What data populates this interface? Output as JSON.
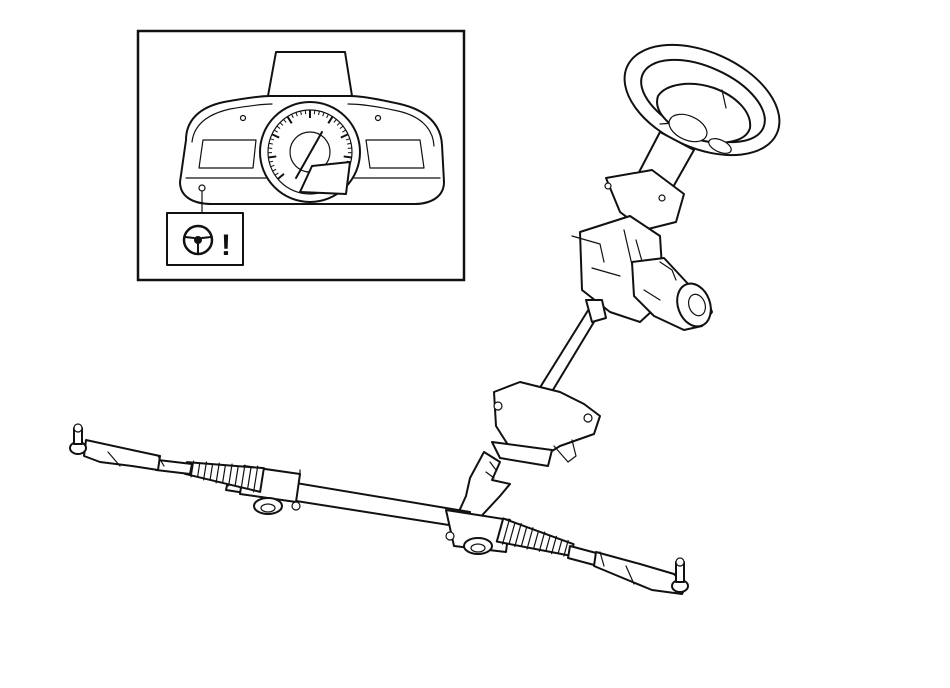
{
  "diagram": {
    "components": [
      "inset-instrument-cluster",
      "warning-light-icon",
      "steering-wheel",
      "steering-column",
      "electric-motor",
      "intermediate-shaft",
      "steering-gear-rack",
      "left-tie-rod",
      "right-tie-rod"
    ],
    "warning_light": {
      "icon": "steering-wheel-exclamation-icon",
      "mark": "!"
    }
  }
}
